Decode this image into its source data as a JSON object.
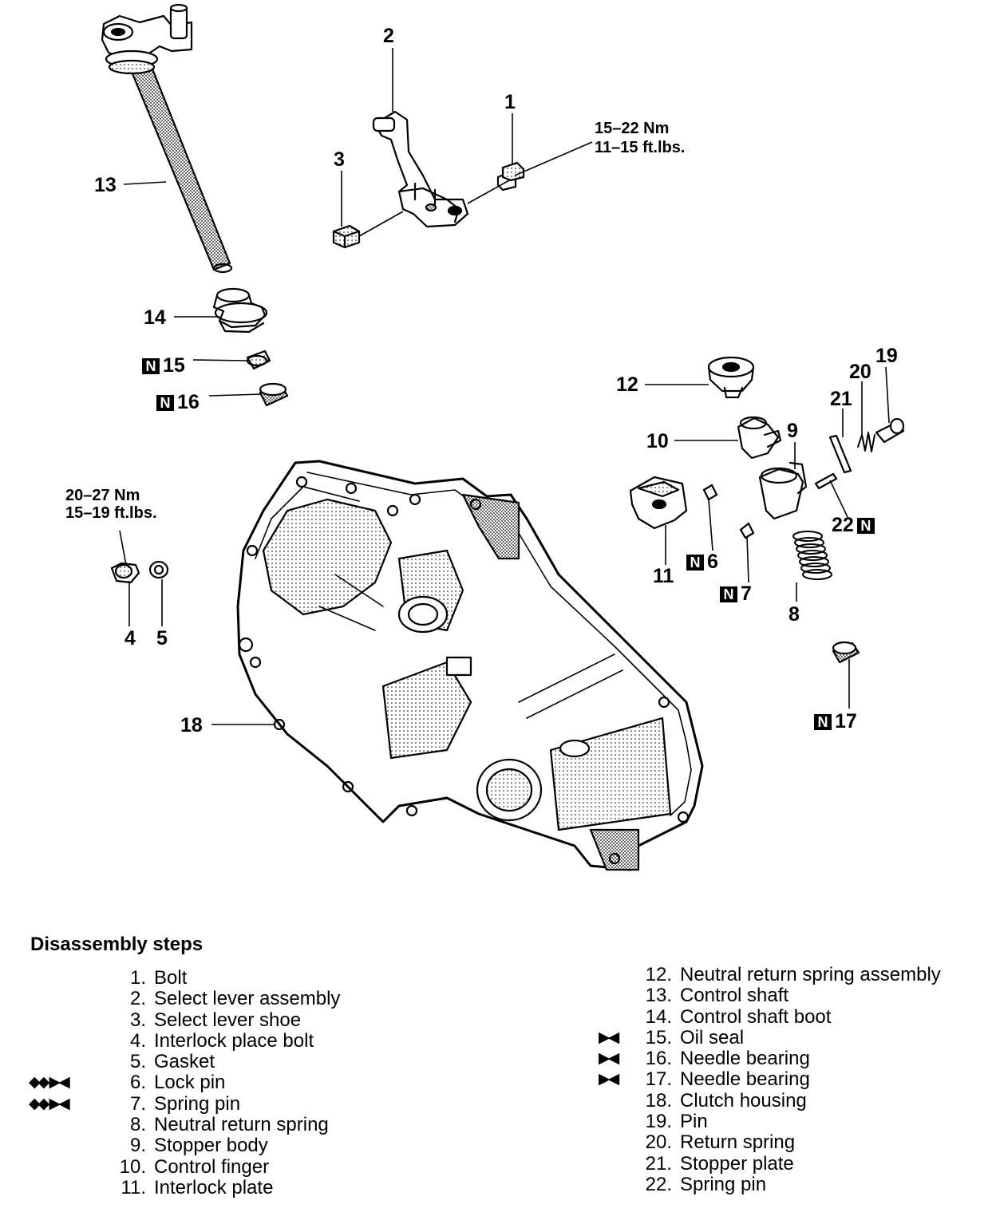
{
  "callouts": {
    "c1": "1",
    "c2": "2",
    "c3": "3",
    "c4": "4",
    "c5": "5",
    "c6": "6",
    "c7": "7",
    "c8": "8",
    "c9": "9",
    "c10": "10",
    "c11": "11",
    "c12": "12",
    "c13": "13",
    "c14": "14",
    "c15": "15",
    "c16": "16",
    "c17": "17",
    "c18": "18",
    "c19": "19",
    "c20": "20",
    "c21": "21",
    "c22": "22"
  },
  "badge": "N",
  "torque": {
    "bolt1_nm": "15–22 Nm",
    "bolt1_ftlbs": "11–15 ft.lbs.",
    "bolt4_nm": "20–27 Nm",
    "bolt4_ftlbs": "15–19 ft.lbs."
  },
  "steps": {
    "title": "Disassembly steps",
    "left": [
      {
        "num": "1.",
        "label": "Bolt",
        "marks": ""
      },
      {
        "num": "2.",
        "label": "Select lever assembly",
        "marks": ""
      },
      {
        "num": "3.",
        "label": "Select lever shoe",
        "marks": ""
      },
      {
        "num": "4.",
        "label": "Interlock place bolt",
        "marks": ""
      },
      {
        "num": "5.",
        "label": "Gasket",
        "marks": ""
      },
      {
        "num": "6.",
        "label": "Lock pin",
        "marks": "◆◆   ▶◀"
      },
      {
        "num": "7.",
        "label": "Spring pin",
        "marks": "◆◆   ▶◀"
      },
      {
        "num": "8.",
        "label": "Neutral return spring",
        "marks": ""
      },
      {
        "num": "9.",
        "label": "Stopper body",
        "marks": ""
      },
      {
        "num": "10.",
        "label": "Control finger",
        "marks": ""
      },
      {
        "num": "11.",
        "label": "Interlock plate",
        "marks": ""
      }
    ],
    "right": [
      {
        "num": "12.",
        "label": "Neutral return spring assembly",
        "marks": ""
      },
      {
        "num": "13.",
        "label": "Control shaft",
        "marks": ""
      },
      {
        "num": "14.",
        "label": "Control shaft boot",
        "marks": ""
      },
      {
        "num": "15.",
        "label": "Oil seal",
        "marks": "▶◀"
      },
      {
        "num": "16.",
        "label": "Needle bearing",
        "marks": "▶◀"
      },
      {
        "num": "17.",
        "label": "Needle bearing",
        "marks": "▶◀"
      },
      {
        "num": "18.",
        "label": "Clutch housing",
        "marks": ""
      },
      {
        "num": "19.",
        "label": "Pin",
        "marks": ""
      },
      {
        "num": "20.",
        "label": "Return spring",
        "marks": ""
      },
      {
        "num": "21.",
        "label": "Stopper plate",
        "marks": ""
      },
      {
        "num": "22.",
        "label": "Spring pin",
        "marks": ""
      }
    ]
  }
}
